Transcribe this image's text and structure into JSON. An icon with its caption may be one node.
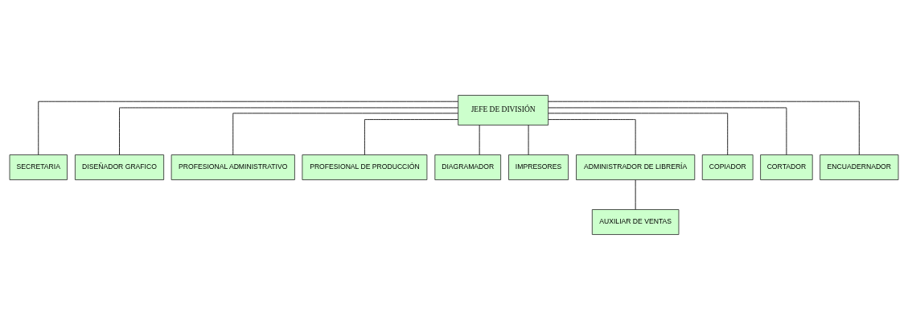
{
  "diagram": {
    "nodes": [
      {
        "text": [
          "JEFE DE DIVISIÓN"
        ]
      },
      {
        "text": [
          "SECRETARIA"
        ]
      },
      {
        "text": [
          "DISEÑADOR GRAFICO"
        ]
      },
      {
        "text": [
          "PROFESIONAL ADMINISTRATIVO"
        ]
      },
      {
        "text": [
          "PROFESIONAL DE PRODUCCIÓN"
        ]
      },
      {
        "text": [
          "DIAGRAMADOR"
        ]
      },
      {
        "text": [
          "IMPRESORES"
        ]
      },
      {
        "text": [
          "ADMINISTRADOR DE LIBRERÍA"
        ]
      },
      {
        "text": [
          "COPIADOR"
        ]
      },
      {
        "text": [
          "CORTADOR"
        ]
      },
      {
        "text": [
          "ENCUADERNADOR"
        ]
      },
      {
        "text": [
          "AUXILIAR DE VENTAS"
        ]
      }
    ],
    "edges": [
      {
        "from": 0,
        "to": 1,
        "arrow": "none"
      },
      {
        "from": 0,
        "to": 2,
        "arrow": "none"
      },
      {
        "from": 0,
        "to": 3,
        "arrow": "none"
      },
      {
        "from": 0,
        "to": 4,
        "arrow": "none"
      },
      {
        "from": 0,
        "to": 5,
        "arrow": "none"
      },
      {
        "from": 0,
        "to": 6,
        "arrow": "none"
      },
      {
        "from": 0,
        "to": 7,
        "arrow": "none"
      },
      {
        "from": 0,
        "to": 8,
        "arrow": "none"
      },
      {
        "from": 0,
        "to": 9,
        "arrow": "none"
      },
      {
        "from": 0,
        "to": 10,
        "arrow": "none"
      },
      {
        "from": 7,
        "to": 11,
        "arrow": "none"
      }
    ]
  }
}
